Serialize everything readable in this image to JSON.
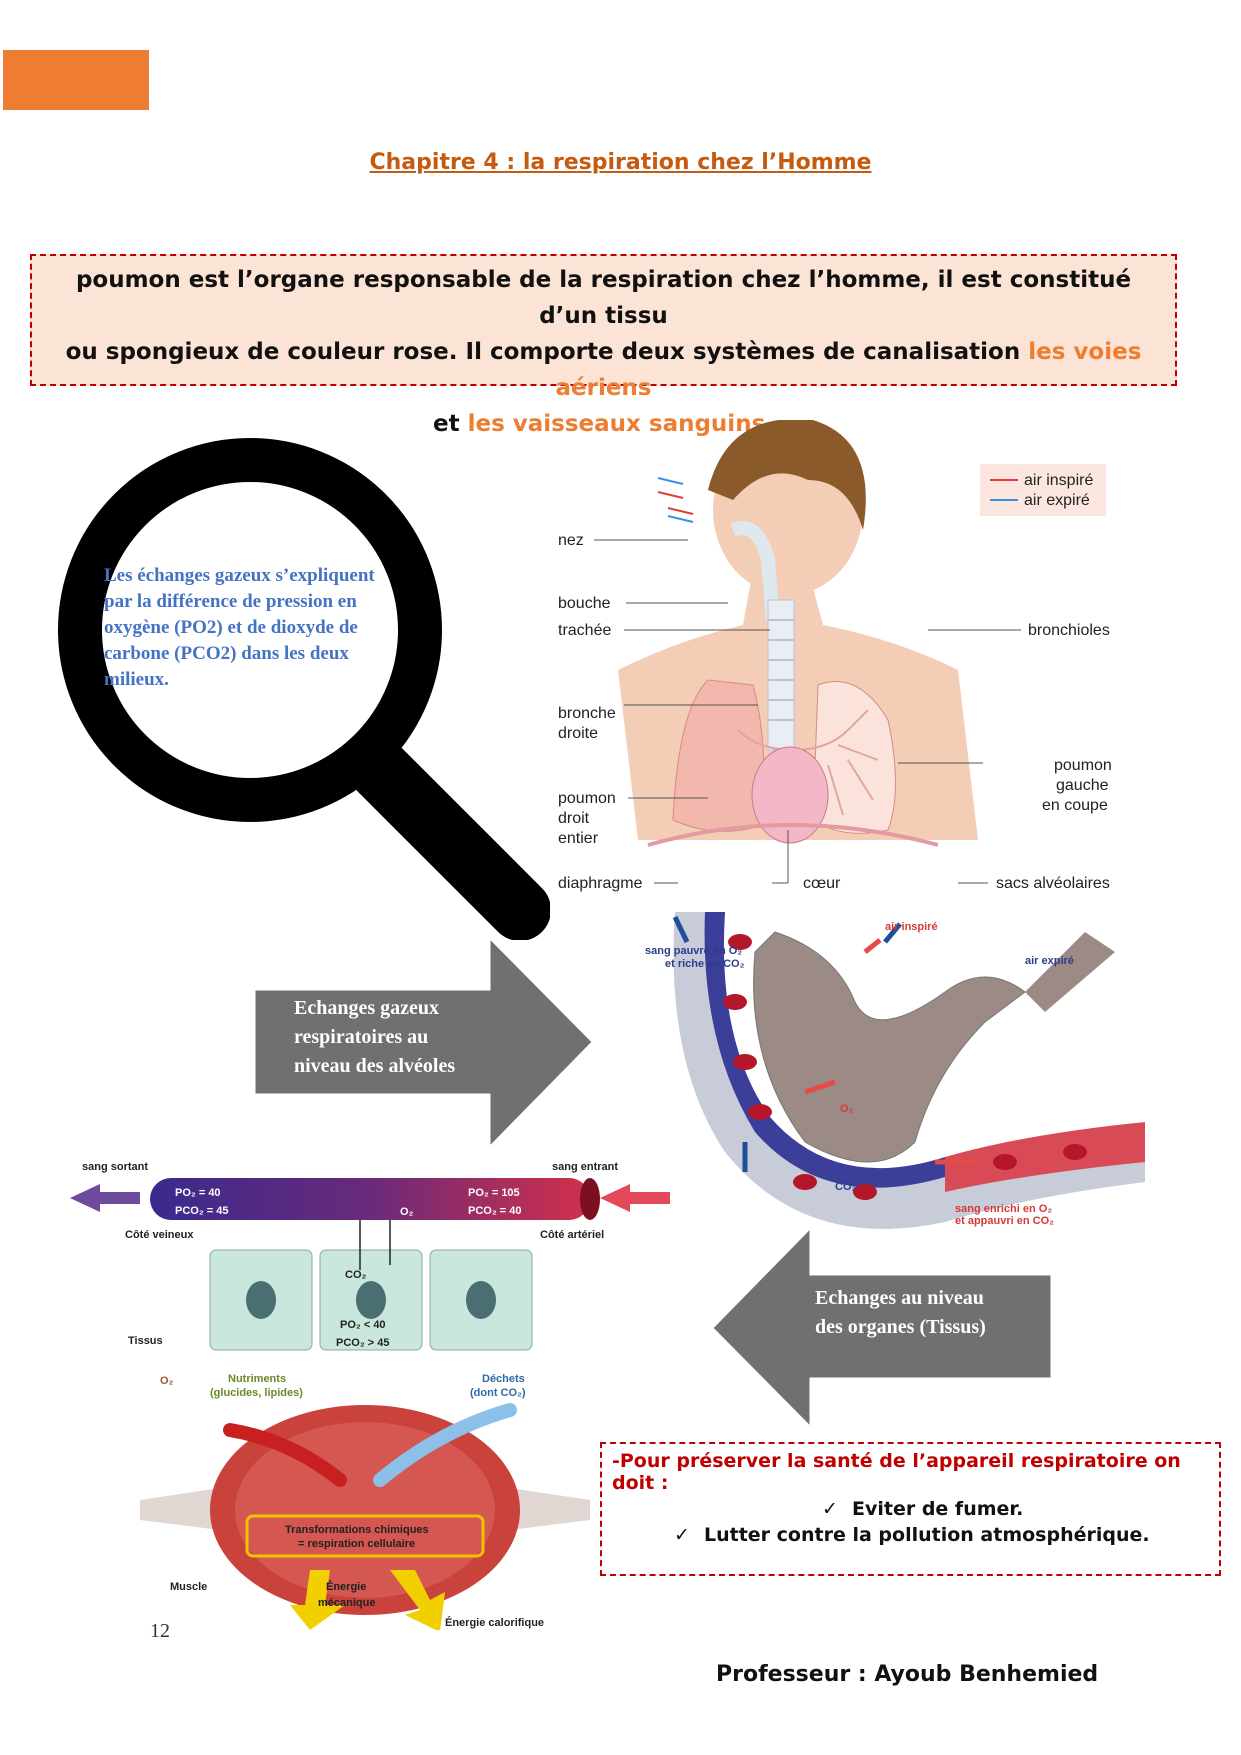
{
  "chapter_title": "Chapitre 4 : la respiration chez l’Homme",
  "intro": {
    "line1": "poumon est l’organe responsable de la respiration chez l’homme, il est constitué d’un tissu",
    "line2_start": "ou spongieux de couleur rose. Il comporte deux systèmes de canalisation ",
    "line2_hl": "les voies aériens",
    "line3_start": "et ",
    "line3_hl": "les vaisseaux sanguins."
  },
  "magnifier_text": "Les échanges gazeux s’expliquent par la différence de pression en oxygène (PO2) et de dioxyde de carbone (PCO2) dans les deux milieux.",
  "respiratory_diagram": {
    "legend_in": "air inspiré",
    "legend_out": "air expiré",
    "nez": "nez",
    "bouche": "bouche",
    "trachee": "trachée",
    "bronche1": "bronche",
    "bronche2": "droite",
    "poumon_droit1": "poumon",
    "poumon_droit2": "droit",
    "poumon_droit3": "entier",
    "diaphragme": "diaphragme",
    "coeur": "cœur",
    "bronchioles": "bronchioles",
    "poumon_gauche1": "poumon",
    "poumon_gauche2": "gauche",
    "poumon_gauche3": "en coupe",
    "sacs": "sacs alvéolaires"
  },
  "alveole_diagram": {
    "air_inspire": "air inspiré",
    "air_expire": "air expiré",
    "sang_pauvre1": "sang pauvre en O₂",
    "sang_pauvre2": "et riche en CO₂",
    "sang_enrichi1": "sang enrichi en O₂",
    "sang_enrichi2": "et appauvri en CO₂",
    "o2": "O₂",
    "co2": "CO₂"
  },
  "arrow_alveoles": {
    "line1": "Echanges gazeux",
    "line2": "respiratoires au",
    "line3": "niveau des alvéoles"
  },
  "arrow_tissus": {
    "line1": "Echanges au niveau",
    "line2": "des organes (Tissus)"
  },
  "tissue_diagram": {
    "sang_sortant": "sang sortant",
    "sang_entrant": "sang entrant",
    "po2_left": "PO₂   = 40",
    "pco2_left": "PCO₂  = 45",
    "po2_right": "PO₂   = 105",
    "pco2_right": "PCO₂  = 40",
    "cote_veineux": "Côté veineux",
    "cote_arteriel": "Côté artériel",
    "o2": "O₂",
    "co2": "CO₂",
    "po2_tissue": "PO₂ < 40",
    "pco2_tissue": "PCO₂ > 45",
    "tissus": "Tissus"
  },
  "muscle_diagram": {
    "o2": "O₂",
    "nutriments1": "Nutriments",
    "nutriments2": "(glucides, lipides)",
    "dechets1": "Déchets",
    "dechets2": "(dont CO₂)",
    "transformations1": "Transformations chimiques",
    "transformations2": "= respiration cellulaire",
    "muscle": "Muscle",
    "energie_meca1": "Énergie",
    "energie_meca2": "mécanique",
    "energie_calo": "Énergie calorifique"
  },
  "advice": {
    "lead": "-Pour préserver la santé de l’appareil respiratoire on doit :",
    "check_icon": "✓",
    "item1": "Eviter de fumer.",
    "item2": "Lutter contre la pollution atmosphérique."
  },
  "page_number": "12",
  "author": "Professeur : Ayoub Benhemied"
}
